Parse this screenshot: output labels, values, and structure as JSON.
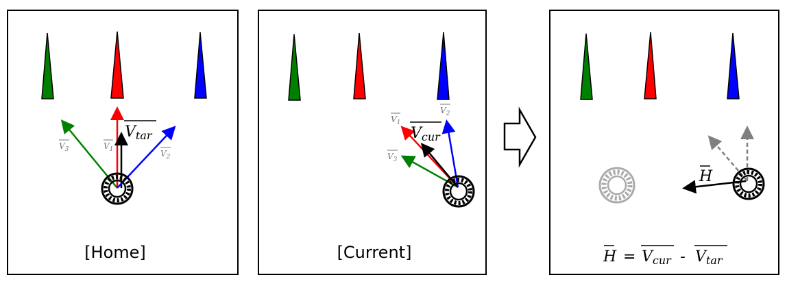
{
  "panels": {
    "home": {
      "caption": "[Home]"
    },
    "current": {
      "caption": "[Current]"
    },
    "result": {
      "caption": "H = V_cur - V_tar"
    }
  },
  "labels": {
    "v1": {
      "letter": "V",
      "sub": "1"
    },
    "v2": {
      "letter": "V",
      "sub": "2"
    },
    "v3": {
      "letter": "V",
      "sub": "3"
    },
    "v_tar": {
      "letter": "V",
      "sub": "tar"
    },
    "v_cur": {
      "letter": "V",
      "sub": "cur"
    },
    "h": {
      "letter": "H"
    },
    "formula": {
      "lhs": "H",
      "eq": "=",
      "a_letter": "V",
      "a_sub": "cur",
      "minus": "-",
      "b_letter": "V",
      "b_sub": "tar"
    }
  },
  "colors": {
    "v1": "#ff0000",
    "v2": "#0000ff",
    "v3": "#008000",
    "target": "#000000",
    "ghost": "#aaaaaa",
    "dashed": "#808080"
  },
  "icons": [
    "green-beacon-icon",
    "red-beacon-icon",
    "blue-beacon-icon",
    "robot-wheel-icon",
    "right-arrow-icon"
  ]
}
